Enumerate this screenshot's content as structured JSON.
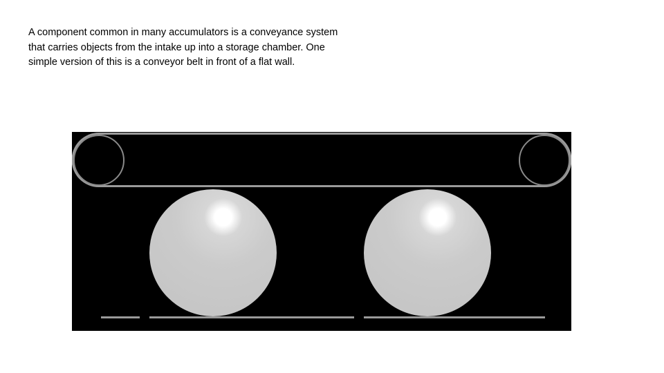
{
  "slide": {
    "body_text": "A component common in many accumulators is a conveyance system that carries objects from the intake up into a storage chamber. One simple version of this is a conveyor belt in front of a flat wall."
  },
  "figure": {
    "background_color": "#000000",
    "belt_color": "#9a9a9a",
    "ball_color": "#cbcbcb",
    "highlight_color": "#ffffff",
    "roller_count": 2,
    "ball_count": 2
  }
}
